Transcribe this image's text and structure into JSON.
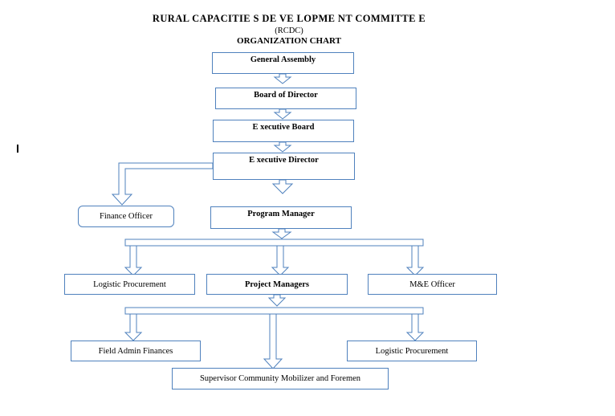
{
  "title": {
    "main": "RURAL  CAPACITIE S DE VE LOPME NT COMMITTE E",
    "abbr": "(RCDC)",
    "chart": "ORGANIZATION CHART"
  },
  "nodes": {
    "general_assembly": "General Assembly",
    "board_of_director": "Board of Director",
    "executive_board": "E xecutive Board",
    "executive_director": "E xecutive Director",
    "finance_officer": "Finance Officer",
    "program_manager": "Program Manager",
    "logistic_procurement_1": "Logistic  Procurement",
    "project_managers": "Project Managers",
    "me_officer": "M&E Officer",
    "field_admin_finances": "Field Admin   Finances",
    "logistic_procurement_2": "Logistic   Procurement",
    "supervisor": "Supervisor  Community Mobilizer and Foremen"
  },
  "stray_text": "I",
  "colors": {
    "box_border": "#4f81bd",
    "connector": "#4f81bd",
    "text": "#000000"
  }
}
